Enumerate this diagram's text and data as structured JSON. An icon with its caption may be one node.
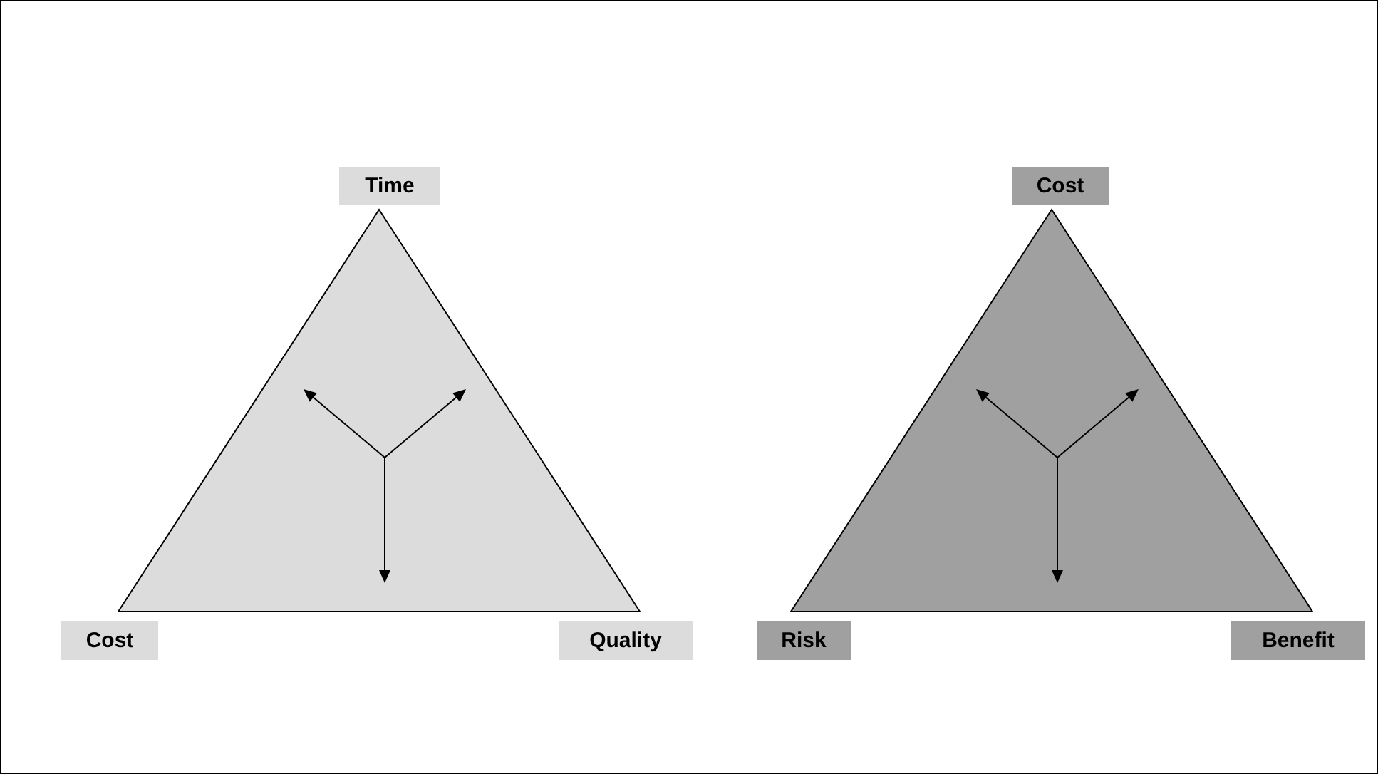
{
  "diagram": {
    "nodes": [
      {
        "text": [],
        "shape": "triangle"
      },
      {
        "text": [
          "Time"
        ]
      },
      {
        "text": [
          "Cost"
        ]
      },
      {
        "text": [
          "Quality"
        ]
      },
      {
        "text": [],
        "shape": "triangle"
      },
      {
        "text": [
          "Cost"
        ]
      },
      {
        "text": [
          "Risk"
        ]
      },
      {
        "text": [
          "Benefit"
        ]
      }
    ]
  }
}
